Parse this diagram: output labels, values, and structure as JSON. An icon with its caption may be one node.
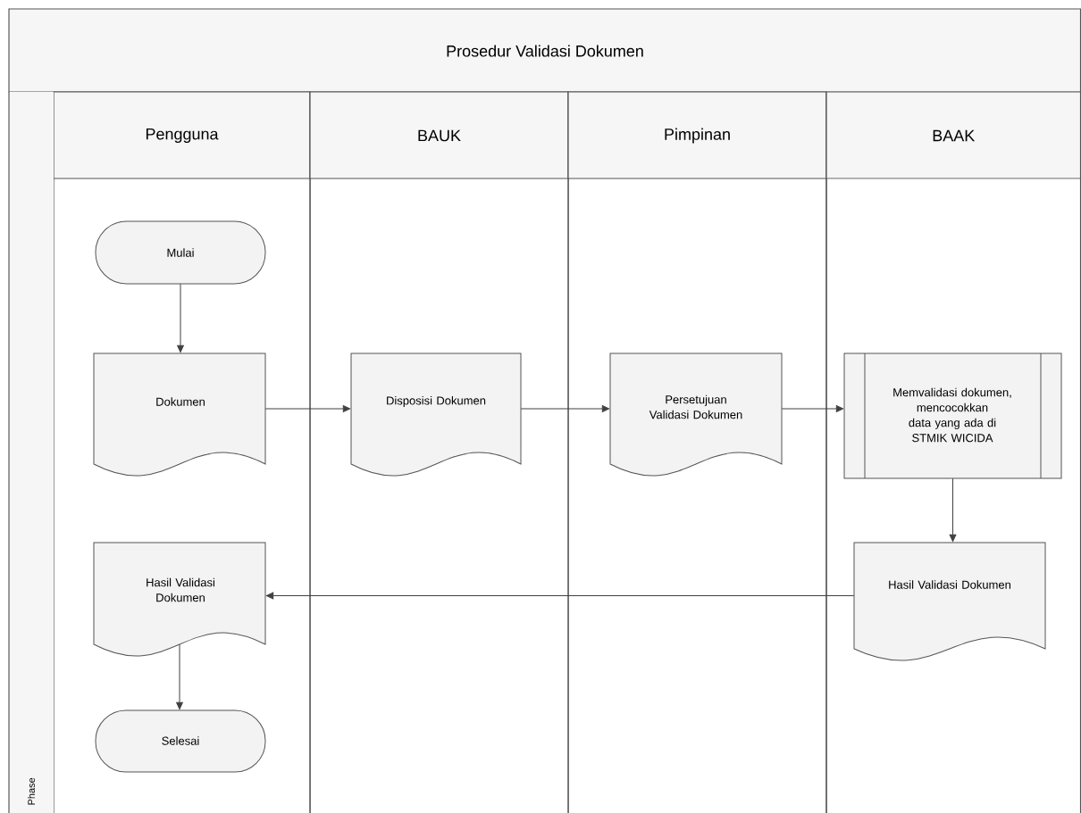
{
  "diagram": {
    "title": "Prosedur Validasi Dokumen",
    "nodes": [
      {
        "text": [
          "Pengguna"
        ]
      },
      {
        "text": [
          "BAUK"
        ]
      },
      {
        "text": [
          "Pimpinan"
        ]
      },
      {
        "text": [
          "BAAK"
        ]
      },
      {
        "text": [
          "Phase"
        ]
      },
      {
        "text": [
          "Mulai"
        ],
        "in": 0
      },
      {
        "text": [
          "Dokumen"
        ],
        "in": 0
      },
      {
        "text": [
          "Hasil Validasi Dokumen"
        ],
        "in": 0
      },
      {
        "text": [
          "Selesai"
        ],
        "in": 0
      },
      {
        "text": [
          "Disposisi Dokumen"
        ],
        "in": 1
      },
      {
        "text": [
          "Persetujuan Validasi Dokumen"
        ],
        "in": 2
      },
      {
        "text": [
          "Memvalidasi dokumen, mencocokkan data yang ada di STMIK WICIDA"
        ],
        "in": 3
      },
      {
        "text": [
          "Hasil Validasi Dokumen"
        ],
        "in": 3
      }
    ],
    "edges": [
      {
        "from": 5,
        "to": 6,
        "arrow": "to"
      },
      {
        "from": 6,
        "to": 9,
        "arrow": "to"
      },
      {
        "from": 9,
        "to": 10,
        "arrow": "to"
      },
      {
        "from": 10,
        "to": 11,
        "arrow": "to"
      },
      {
        "from": 11,
        "to": 12,
        "arrow": "to"
      },
      {
        "from": 12,
        "to": 7,
        "arrow": "to"
      },
      {
        "from": 7,
        "to": 8,
        "arrow": "to"
      }
    ]
  }
}
